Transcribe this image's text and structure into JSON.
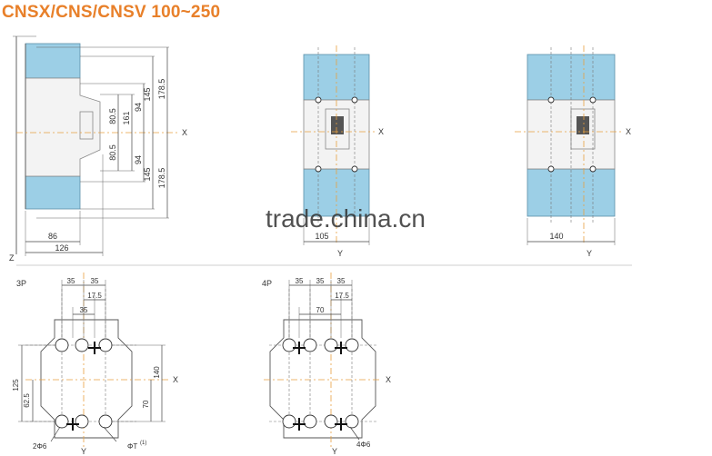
{
  "title": "CNSX/CNS/CNSV 100~250",
  "watermark": "trade.china.cn",
  "side_view": {
    "dims_vertical": [
      "80.5",
      "80.5",
      "161",
      "94",
      "94",
      "145",
      "145",
      "178.5",
      "178.5"
    ],
    "dims_horizontal": [
      "86",
      "126"
    ],
    "axis_x": "X",
    "axis_z": "Z"
  },
  "front_3p": {
    "width": "105",
    "axis_x": "X",
    "axis_y": "Y"
  },
  "front_4p": {
    "width": "140",
    "axis_x": "X",
    "axis_y": "Y"
  },
  "hole_3p": {
    "label": "3P",
    "dims_top": [
      "35",
      "35",
      "17.5",
      "35"
    ],
    "dims_left": [
      "125",
      "62.5"
    ],
    "dims_right": [
      "140",
      "70"
    ],
    "note_left": "2Φ6",
    "note_right": "ΦT",
    "note_right_sup": "(1)",
    "axis_x": "X",
    "axis_y": "Y"
  },
  "hole_4p": {
    "label": "4P",
    "dims_top": [
      "35",
      "35",
      "35",
      "17.5",
      "70"
    ],
    "note": "4Φ6",
    "axis_x": "X",
    "axis_y": "Y"
  }
}
